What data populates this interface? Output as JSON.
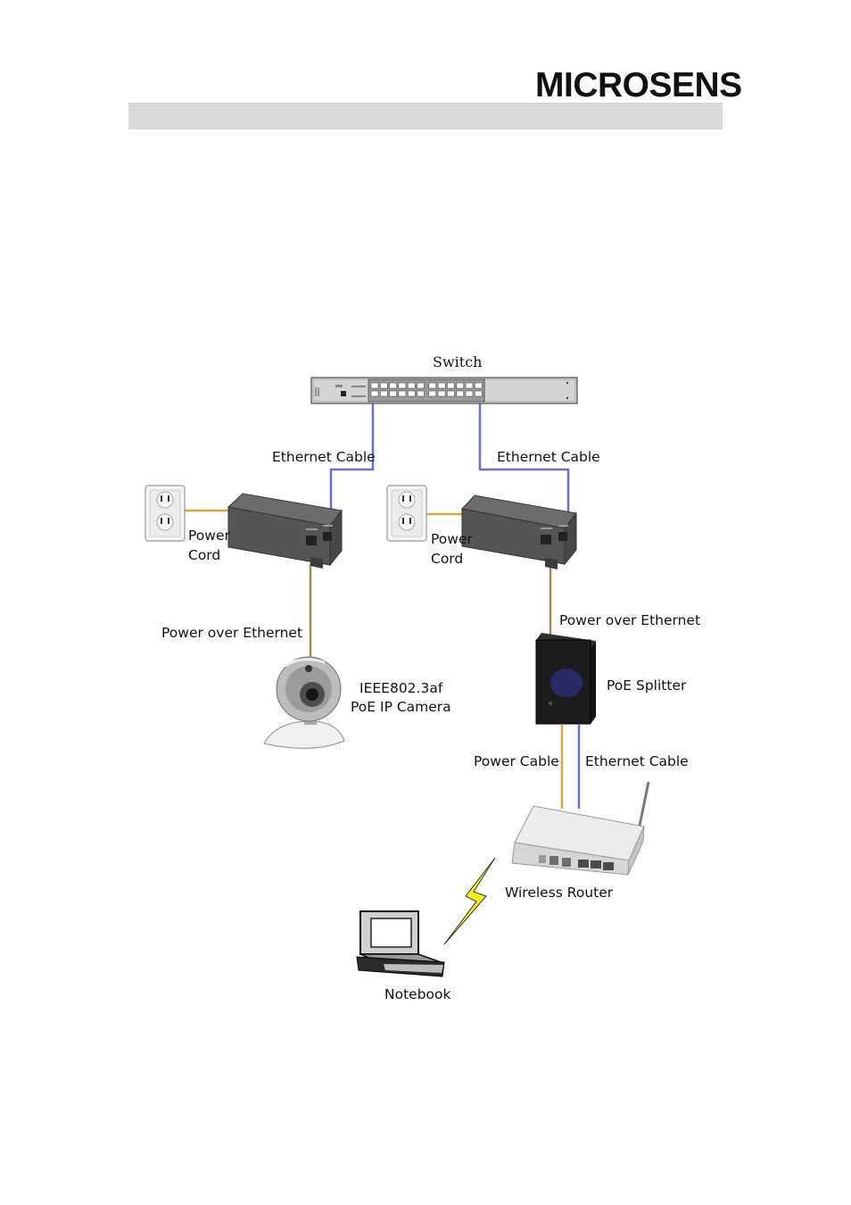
{
  "header": {
    "logo_text": "MICROSENS"
  },
  "diagram": {
    "colors": {
      "ethernet": "#6b6bdb",
      "power": "#e3a43a",
      "poe": "#a08a5c",
      "lightning": "#f4ee1e"
    },
    "labels": {
      "switch": "Switch",
      "eth_cable_left": "Ethernet Cable",
      "eth_cable_right": "Ethernet Cable",
      "power_cord_left_1": "Power",
      "power_cord_left_2": "Cord",
      "power_cord_right_1": "Power",
      "power_cord_right_2": "Cord",
      "poe_left": "Power over Ethernet",
      "poe_right": "Power over Ethernet",
      "camera_1": "IEEE802.3af",
      "camera_2": "PoE IP Camera",
      "splitter": "PoE Splitter",
      "power_cable": "Power Cable",
      "eth_cable_bottom": "Ethernet Cable",
      "router": "Wireless Router",
      "notebook": "Notebook"
    }
  }
}
